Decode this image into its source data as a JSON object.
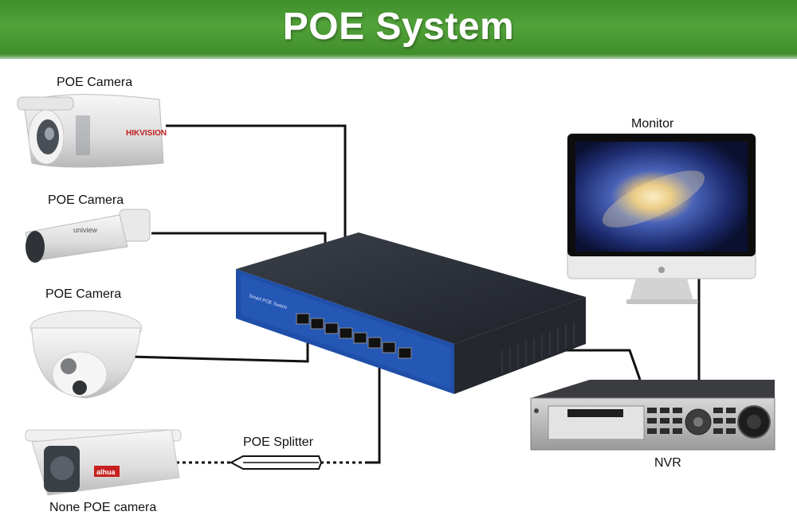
{
  "title": "POE System",
  "labels": {
    "camera1": "POE Camera",
    "camera2": "POE Camera",
    "camera3": "POE Camera",
    "camera4": "None POE camera",
    "splitter": "POE Splitter",
    "monitor": "Monitor",
    "nvr": "NVR"
  },
  "device_text": {
    "switch_brand": "Smart POE Switch",
    "camera1_brand": "HIKVISION",
    "camera2_brand": "uniview",
    "camera4_brand": "alhua"
  },
  "colors": {
    "banner": "#4a9a34",
    "switch_body": "#1f4fa8",
    "cable": "#111111"
  }
}
